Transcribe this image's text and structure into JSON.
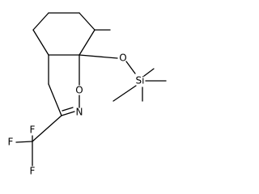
{
  "molecule": {
    "atoms": {
      "oxygen_ether": "O",
      "oxygen_ring": "O",
      "nitrogen": "N",
      "silicon": "Si",
      "fluorine_top": "F",
      "fluorine_left": "F",
      "fluorine_bottom": "F"
    },
    "colors": {
      "bond": "#000000",
      "label": "#000000",
      "background": "#ffffff"
    }
  }
}
